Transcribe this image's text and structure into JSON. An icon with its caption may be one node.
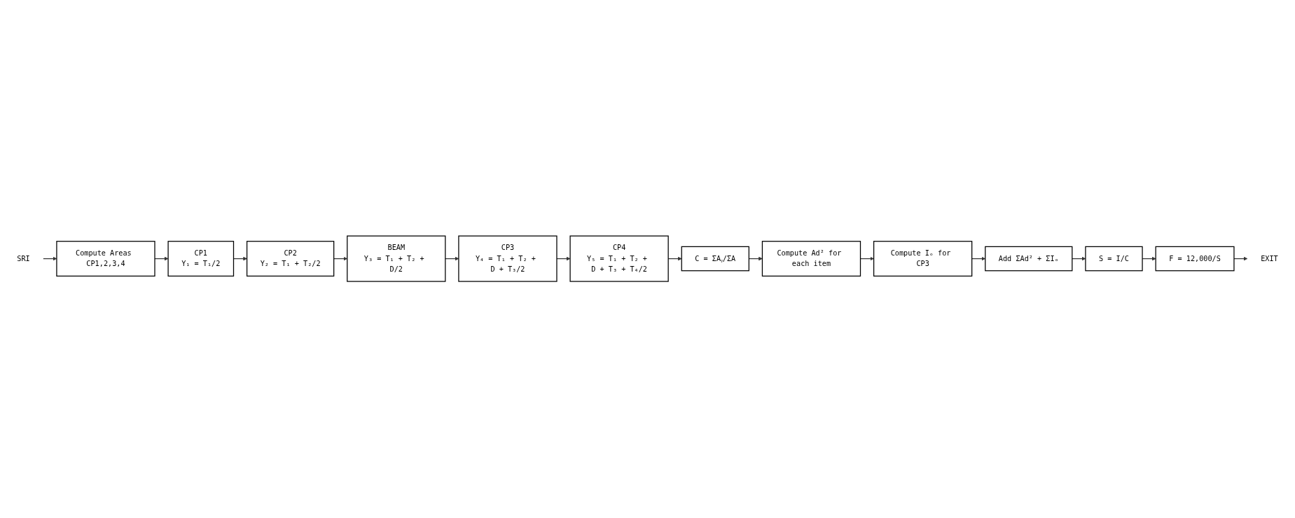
{
  "diagram": {
    "nodes": [
      {
        "text": [
          "SRI"
        ]
      },
      {
        "text": [
          "Compute Areas CP1,2,3,4"
        ]
      },
      {
        "text": [
          "CP1",
          "Y₁ = T₁/2"
        ]
      },
      {
        "text": [
          "CP2",
          "Y₂ = T₁ + T₂/2"
        ]
      },
      {
        "text": [
          "BEAM",
          "Y₃ = T₁ + T₂ + D/2"
        ]
      },
      {
        "text": [
          "CP3",
          "Y₄ = T₁ + T₂ + D + T₃/2"
        ]
      },
      {
        "text": [
          "CP4",
          "Y₅ = T₁ + T₂ + D + T₃ + T₄/2"
        ]
      },
      {
        "text": [
          "C = ΣAᵧ/ΣA"
        ]
      },
      {
        "text": [
          "Compute Ad² for each item"
        ]
      },
      {
        "text": [
          "Compute Iₒ for CP3"
        ]
      },
      {
        "text": [
          "Add ΣAd² + ΣIₒ"
        ]
      },
      {
        "text": [
          "S = I/C"
        ]
      },
      {
        "text": [
          "F = 12,000/S"
        ]
      },
      {
        "text": [
          "EXIT"
        ]
      }
    ],
    "edges": [
      {
        "from": 0,
        "to": 1,
        "arrow": "to"
      },
      {
        "from": 1,
        "to": 2,
        "arrow": "to"
      },
      {
        "from": 2,
        "to": 3,
        "arrow": "to"
      },
      {
        "from": 3,
        "to": 4,
        "arrow": "to"
      },
      {
        "from": 4,
        "to": 5,
        "arrow": "to"
      },
      {
        "from": 5,
        "to": 6,
        "arrow": "to"
      },
      {
        "from": 6,
        "to": 7,
        "arrow": "to"
      },
      {
        "from": 7,
        "to": 8,
        "arrow": "to"
      },
      {
        "from": 8,
        "to": 9,
        "arrow": "to"
      },
      {
        "from": 9,
        "to": 10,
        "arrow": "to"
      },
      {
        "from": 10,
        "to": 11,
        "arrow": "to"
      },
      {
        "from": 11,
        "to": 12,
        "arrow": "to"
      },
      {
        "from": 12,
        "to": 13,
        "arrow": "to"
      }
    ]
  }
}
